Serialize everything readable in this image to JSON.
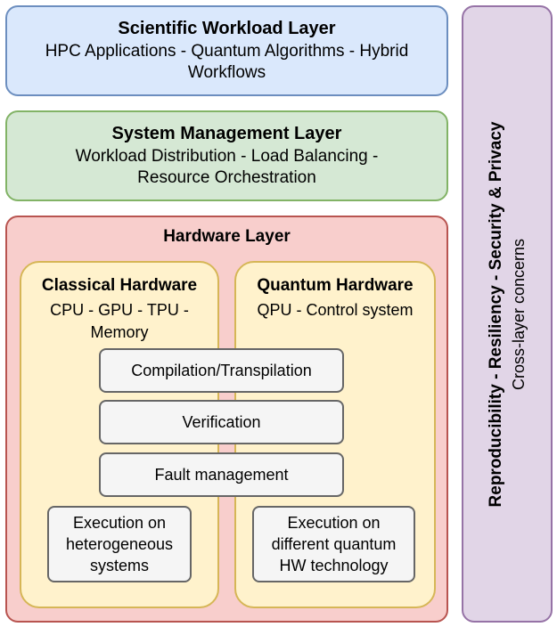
{
  "scientific_layer": {
    "title": "Scientific Workload Layer",
    "line1": "HPC Applications - Quantum Algorithms - Hybrid",
    "line2": "Workflows"
  },
  "management_layer": {
    "title": "System Management Layer",
    "line1": "Workload Distribution - Load Balancing -",
    "line2": "Resource Orchestration"
  },
  "hardware_layer": {
    "title": "Hardware Layer",
    "classical": {
      "title": "Classical Hardware",
      "line1": "CPU - GPU - TPU -",
      "line2": "Memory",
      "execution": [
        "Execution on",
        "heterogeneous",
        "systems"
      ]
    },
    "quantum": {
      "title": "Quantum Hardware",
      "line1": "QPU - Control system",
      "execution": [
        "Execution on",
        "different quantum",
        "HW technology"
      ]
    },
    "shared_steps": [
      "Compilation/Transpilation",
      "Verification",
      "Fault management"
    ]
  },
  "cross_layer": {
    "title": "Reproducibility - Resiliency - Security & Privacy",
    "subtitle": "Cross-layer concerns"
  },
  "colors": {
    "scientific_fill": "#dae8fc",
    "scientific_border": "#6c8ebf",
    "management_fill": "#d5e8d4",
    "management_border": "#82b366",
    "hardware_fill": "#f8cecc",
    "hardware_border": "#b85450",
    "column_fill": "#fff2cc",
    "column_border": "#d6b656",
    "step_fill": "#f5f5f5",
    "step_border": "#666666",
    "cross_fill": "#e1d5e7",
    "cross_border": "#9673a6"
  }
}
